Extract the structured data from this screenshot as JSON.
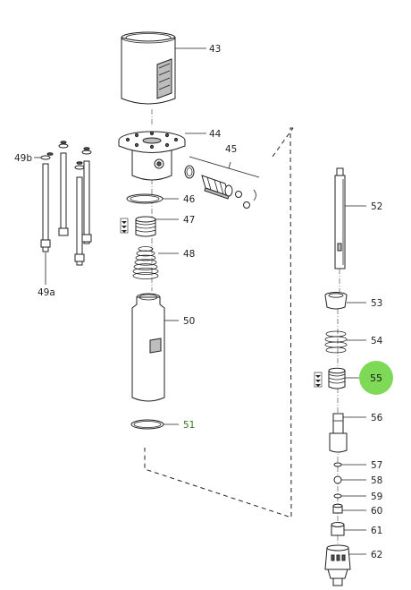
{
  "diagram": {
    "parts": [
      {
        "id": "43",
        "label": "43"
      },
      {
        "id": "44",
        "label": "44"
      },
      {
        "id": "45",
        "label": "45"
      },
      {
        "id": "46",
        "label": "46"
      },
      {
        "id": "47",
        "label": "47"
      },
      {
        "id": "48",
        "label": "48"
      },
      {
        "id": "49a",
        "label": "49a"
      },
      {
        "id": "49b",
        "label": "49b"
      },
      {
        "id": "50",
        "label": "50"
      },
      {
        "id": "51",
        "label": "51"
      },
      {
        "id": "52",
        "label": "52"
      },
      {
        "id": "53",
        "label": "53"
      },
      {
        "id": "54",
        "label": "54"
      },
      {
        "id": "55",
        "label": "55"
      },
      {
        "id": "56",
        "label": "56"
      },
      {
        "id": "57",
        "label": "57"
      },
      {
        "id": "58",
        "label": "58"
      },
      {
        "id": "59",
        "label": "59"
      },
      {
        "id": "60",
        "label": "60"
      },
      {
        "id": "61",
        "label": "61"
      },
      {
        "id": "62",
        "label": "62"
      }
    ],
    "highlighted_part": "55",
    "highlighted_label_color": "#2f7d1f",
    "hotspot_color": "#7ed957"
  }
}
